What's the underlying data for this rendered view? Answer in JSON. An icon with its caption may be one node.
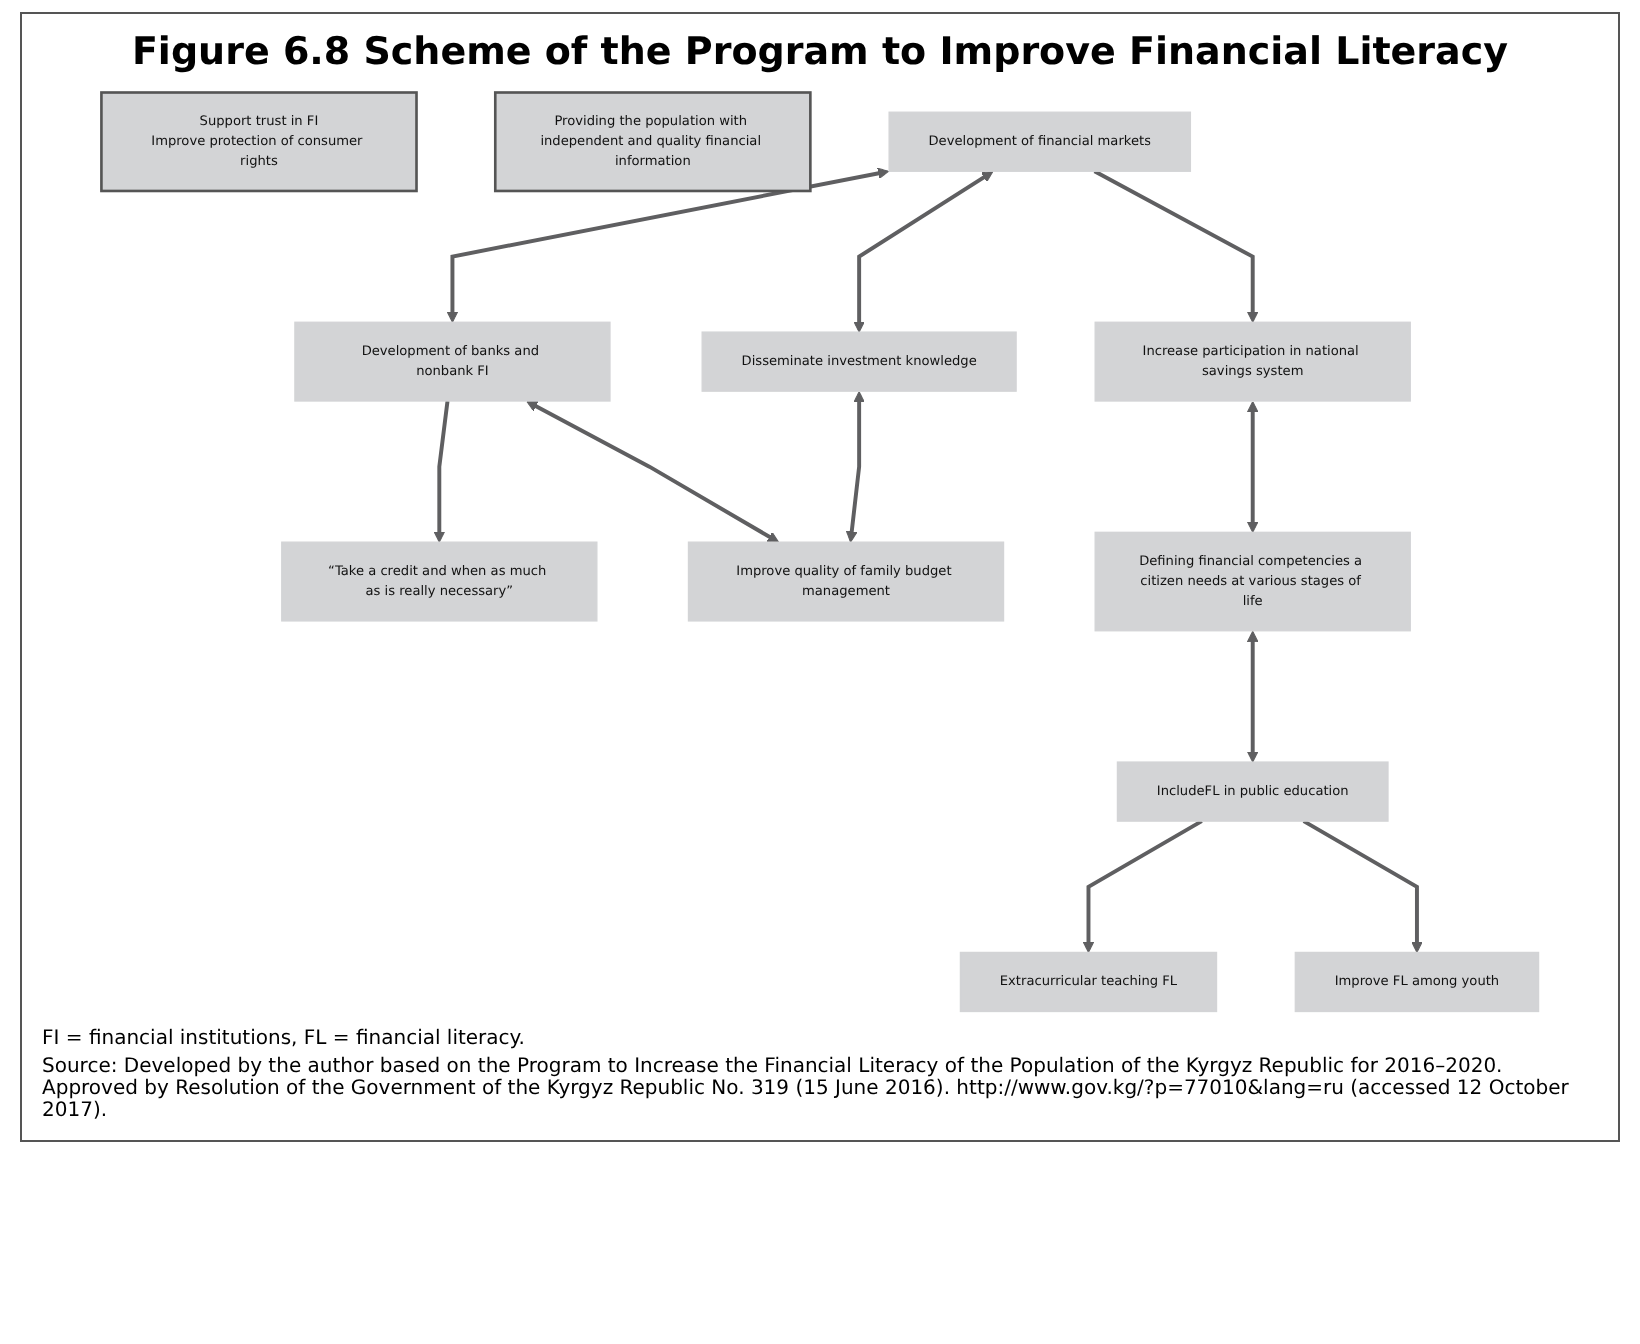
{
  "diagram": {
    "title": "Figure 6.8  Scheme of the Program to Improve Financial Literacy",
    "nodes": [
      {
        "text": [
          "Development of financial markets"
        ]
      },
      {
        "text": [
          "Development of banks and nonbank FI"
        ]
      },
      {
        "text": [
          "Increase participation in national savings system"
        ]
      },
      {
        "text": [
          "“Take a credit and when as much as is really necessary”"
        ]
      },
      {
        "text": [
          "Support trust in FI",
          "Improve protection of consumer rights"
        ]
      },
      {
        "text": [
          "Disseminate investment knowledge"
        ]
      },
      {
        "text": [
          "Improve quality of family budget management"
        ]
      },
      {
        "text": [
          "Extracurricular teaching FL"
        ]
      },
      {
        "text": [
          "Defining financial competencies a citizen needs at various stages of life"
        ]
      },
      {
        "text": [
          "Improve FL among youth"
        ]
      },
      {
        "text": [
          "IncludeFL in public education"
        ]
      },
      {
        "text": [
          "Providing the population with independent and quality financial information"
        ]
      }
    ],
    "edges": [
      {
        "from": 0,
        "to": 1,
        "arrow": "both"
      },
      {
        "from": 0,
        "to": 5,
        "arrow": "both"
      },
      {
        "from": 0,
        "to": 2,
        "arrow": "to"
      },
      {
        "from": 1,
        "to": 6,
        "arrow": "both"
      },
      {
        "from": 1,
        "to": 3,
        "arrow": "to"
      },
      {
        "from": 5,
        "to": 6,
        "arrow": "both"
      },
      {
        "from": 2,
        "to": 8,
        "arrow": "both"
      },
      {
        "from": 8,
        "to": 10,
        "arrow": "both"
      },
      {
        "from": 10,
        "to": 7,
        "arrow": "to"
      },
      {
        "from": 10,
        "to": 9,
        "arrow": "to"
      }
    ],
    "labels": [
      "FI = financial institutions, FL = financial literacy.",
      "Source: Developed by the author based on the Program to Increase the Financial Literacy of the Population of the Kyrgyz Republic for 2016–2020. Approved by Resolution of the Government of the Kyrgyz Republic No. 319 (15 June 2016). http://www.gov.kg/?p=77010&lang=ru (accessed 12 October 2017)."
    ]
  }
}
